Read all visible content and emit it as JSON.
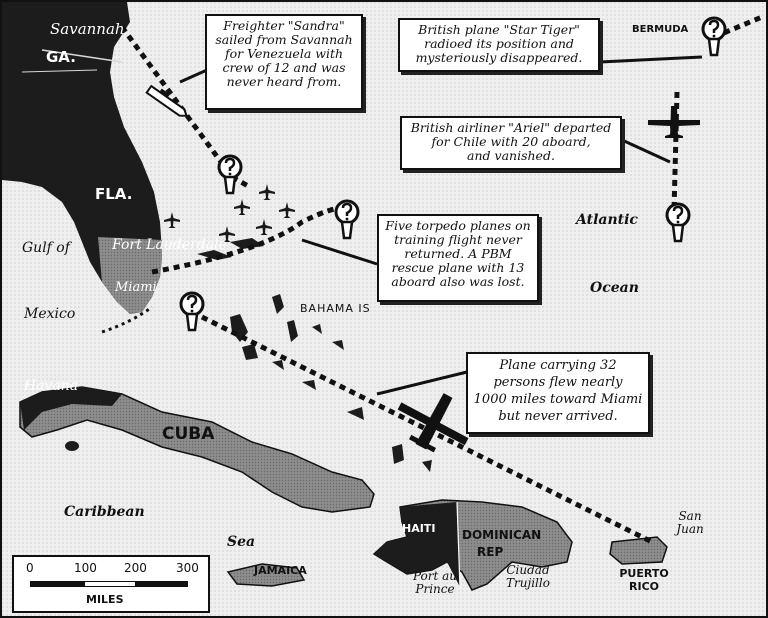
{
  "map": {
    "labels": {
      "savannah": "Savannah",
      "ga": "GA.",
      "fla": "FLA.",
      "fort_lauderdale": "Fort Lauderdale",
      "miami": "Miami",
      "gulf_of": "Gulf of",
      "mexico": "Mexico",
      "havana": "Havana",
      "cuba": "CUBA",
      "caribbean": "Caribbean",
      "sea": "Sea",
      "jamaica": "JAMAICA",
      "haiti": "HAITI",
      "dominican": "DOMINICAN",
      "rep": "REP",
      "port_au_prince": "Port au Prince",
      "ciudad_trujillo": "Ciudad Trujillo",
      "san_juan": "San Juan",
      "puerto_rico": "PUERTO RICO",
      "bahama_is": "BAHAMA IS",
      "atlantic": "Atlantic",
      "ocean": "Ocean",
      "bermuda": "BERMUDA"
    },
    "callouts": {
      "sandra": [
        "Freighter \"Sandra\"",
        "sailed from Savannah",
        "for Venezuela with",
        "crew of 12 and was",
        "never heard from."
      ],
      "star_tiger": [
        "British plane \"Star Tiger\"",
        "radioed its position and",
        "mysteriously disappeared."
      ],
      "ariel": [
        "British airliner \"Ariel\" departed",
        "for Chile with 20 aboard,",
        "and vanished."
      ],
      "torpedo": [
        "Five torpedo planes on",
        "training flight never",
        "returned. A PBM",
        "rescue plane with 13",
        "aboard also was lost."
      ],
      "plane32": [
        "Plane carrying 32",
        "persons flew nearly",
        "1000 miles toward Miami",
        "but never arrived."
      ]
    },
    "scale": {
      "ticks": [
        "0",
        "100",
        "200",
        "300"
      ],
      "unit": "MILES"
    },
    "icons": [
      "question-mark-marker-icon",
      "airplane-icon",
      "ship-icon"
    ],
    "colors": {
      "water": "#efefef",
      "land_dark": "#1c1c1c",
      "land_gray": "#9a9a9a",
      "ink": "#111111"
    }
  }
}
